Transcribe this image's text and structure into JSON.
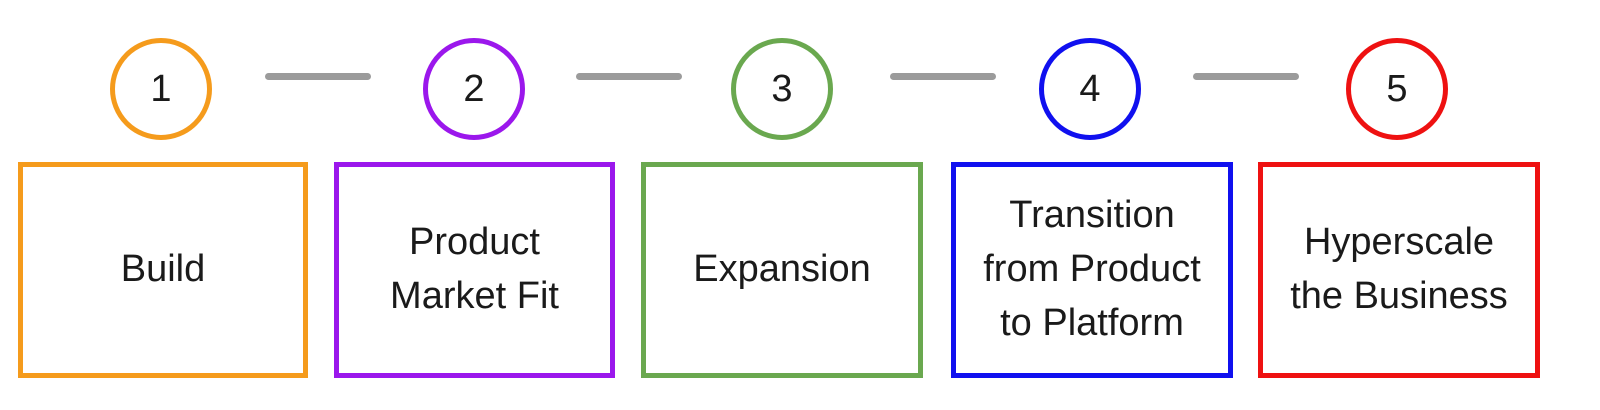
{
  "steps": [
    {
      "number": "1",
      "label": "Build",
      "color": "#f59b1c"
    },
    {
      "number": "2",
      "label": "Product\nMarket Fit",
      "color": "#9b17ec"
    },
    {
      "number": "3",
      "label": "Expansion",
      "color": "#6aa84f"
    },
    {
      "number": "4",
      "label": "Transition\nfrom Product\nto Platform",
      "color": "#1010ef"
    },
    {
      "number": "5",
      "label": "Hyperscale\nthe Business",
      "color": "#ee1111"
    }
  ],
  "connector_color": "#9b9b9b"
}
